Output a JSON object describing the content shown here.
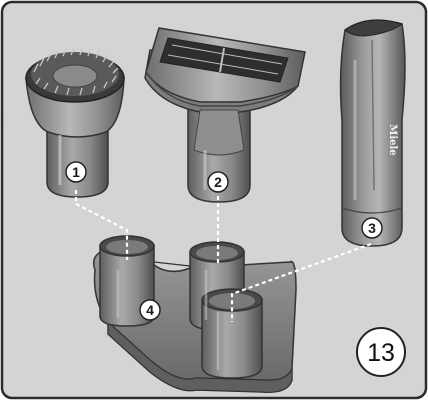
{
  "callouts": {
    "dusting_brush": "1",
    "upholstery_nozzle": "2",
    "crevice_nozzle": "3",
    "accessory_holder": "4"
  },
  "brand_mark": "Miele",
  "figure_number": "13",
  "colors": {
    "panel_background": "#d4d4d4",
    "frame_border": "#2b2b2b",
    "callout_fill": "#ffffff",
    "dashed_leader": "#ffffff"
  }
}
